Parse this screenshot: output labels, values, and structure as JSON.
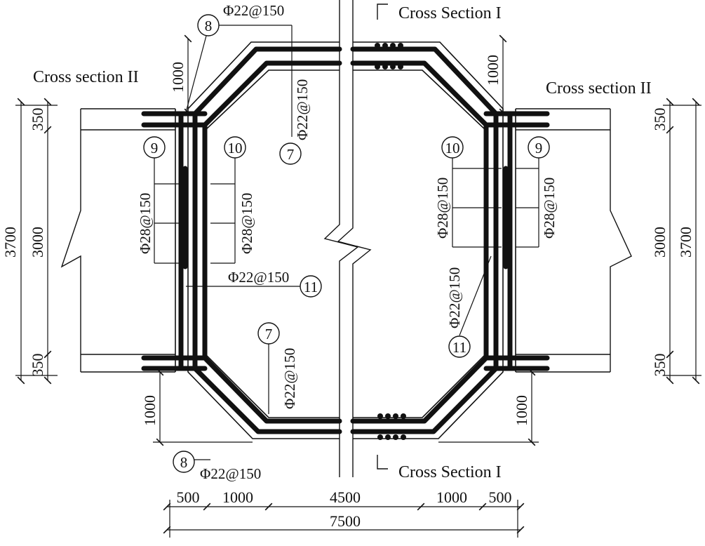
{
  "section_labels": {
    "cs1_top": "Cross Section I",
    "cs1_bottom": "Cross Section I",
    "cs2_left": "Cross section II",
    "cs2_right": "Cross section II"
  },
  "callout_tags": {
    "t8_top": "8",
    "t7_top": "7",
    "t9_left": "9",
    "t10_left": "10",
    "t11_left": "11",
    "t7_bottom": "7",
    "t8_bottom": "8",
    "t10_right": "10",
    "t9_right": "9",
    "t11_right": "11"
  },
  "rebar_specs": {
    "top_8": "Φ22@150",
    "top_7": "Φ22@150",
    "left_9": "Φ28@150",
    "left_10": "Φ28@150",
    "left_11": "Φ22@150",
    "bottom_7": "Φ22@150",
    "bottom_8": "Φ22@150",
    "right_10": "Φ28@150",
    "right_9": "Φ28@150",
    "right_11": "Φ22@150"
  },
  "dimensions": {
    "bottom_chain": [
      "500",
      "1000",
      "4500",
      "1000",
      "500"
    ],
    "bottom_total": "7500",
    "left_inner_chain": [
      "350",
      "3000",
      "350"
    ],
    "left_total": "3700",
    "right_inner_chain": [
      "350",
      "3000",
      "350"
    ],
    "right_total": "3700",
    "chamfer_top_left": "1000",
    "chamfer_top_right": "1000",
    "chamfer_bottom_left": "1000",
    "chamfer_bottom_right": "1000"
  }
}
